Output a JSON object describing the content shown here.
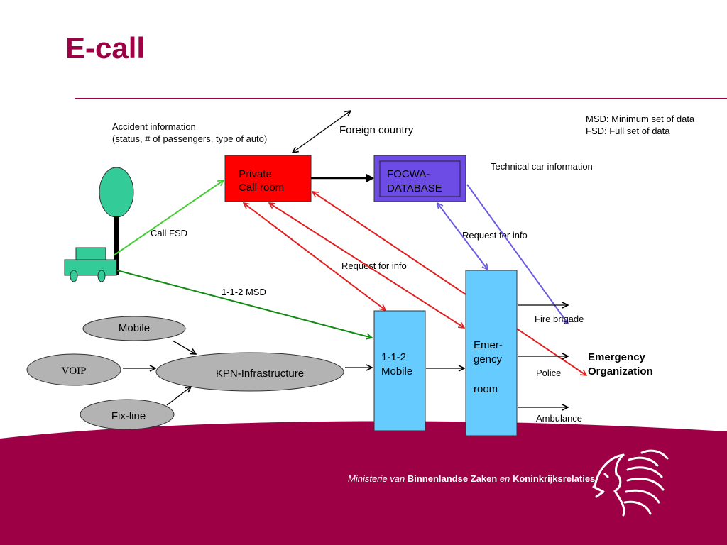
{
  "slide": {
    "title": "E-call",
    "legend": {
      "msd": "MSD: Minimum set of data",
      "fsd": "FSD: Full set of data"
    }
  },
  "labels": {
    "accident_line1": "Accident information",
    "accident_line2": "(status, #  of passengers, type of auto)",
    "foreign_country": "Foreign country",
    "technical_car_info": "Technical car information",
    "call_fsd": "Call FSD",
    "request_info_1": "Request for info",
    "request_info_2": "Request for info",
    "msd_112": "1-1-2 MSD",
    "fire_brigade": "Fire brigade",
    "police": "Police",
    "ambulance": "Ambulance"
  },
  "nodes": {
    "private_call_room": {
      "line1": "Private",
      "line2": "Call room"
    },
    "focwa_database": {
      "line1": "FOCWA-",
      "line2": "DATABASE"
    },
    "mobile_112": {
      "line1": "1-1-2",
      "line2": "Mobile"
    },
    "emergency_room": {
      "line1": "Emer-",
      "line2": "gency",
      "line3": "room"
    },
    "emergency_org": {
      "line1": "Emergency",
      "line2": "Organization"
    },
    "mobile": "Mobile",
    "voip": "VOIP",
    "kpn": "KPN-Infrastructure",
    "fix_line": "Fix-line"
  },
  "footer": {
    "ministry_part1": "Ministerie ",
    "ministry_part2": "van ",
    "ministry_part3": "Binnenlandse Zaken ",
    "ministry_part4": "en ",
    "ministry_part5": "Koninkrijksrelaties"
  },
  "colors": {
    "brand": "#9e0046",
    "red_box": "#ff0000",
    "blue_box": "#6d4ce6",
    "light_blue": "#66ccff",
    "green": "#33cc99",
    "oval_gray": "#b3b3b3",
    "arrow_red": "#e02020",
    "arrow_green_light": "#44cc33",
    "arrow_green_dark": "#138a13",
    "arrow_purple": "#6a5be0"
  }
}
